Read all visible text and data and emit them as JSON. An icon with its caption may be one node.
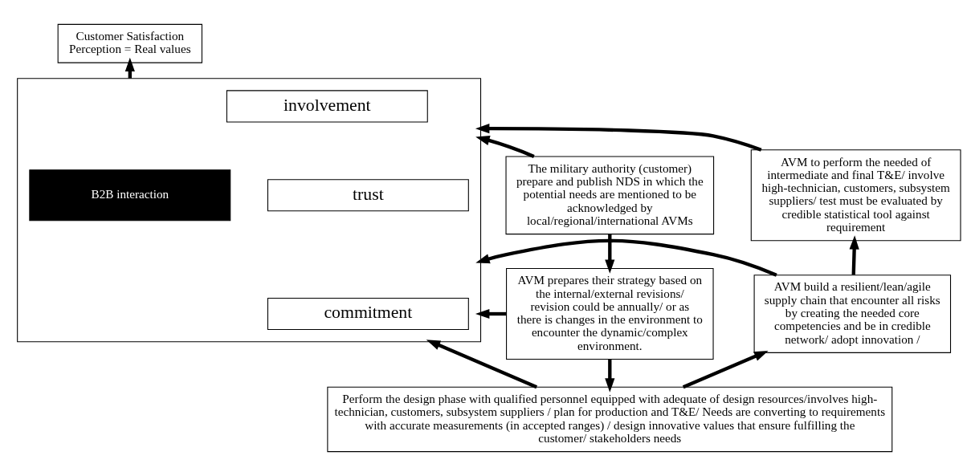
{
  "diagram": {
    "nodes": [
      {
        "text": [
          "Customer Satisfaction Perception = Real values"
        ]
      },
      {
        "text": [
          "The military authority (customer) prepare and publish NDS in which the potential needs are mentioned to be acknowledged by local/regional/international AVMs"
        ]
      },
      {
        "text": [
          "AVM to perform the needed of intermediate and final T&E/ involve high-technician, customers, subsystem suppliers/ test must be evaluated by credible statistical tool against requirement"
        ]
      },
      {
        "text": [],
        "shape": "box"
      },
      {
        "text": [
          "B2B interaction"
        ],
        "in": 3
      },
      {
        "text": [
          "involvement"
        ],
        "in": 3
      },
      {
        "text": [
          "trust"
        ],
        "in": 3
      },
      {
        "text": [
          "commitment"
        ],
        "in": 3
      },
      {
        "text": [
          "AVM prepares their strategy based on the internal/external revisions/ revision could be annually/ or as there is changes in the environment to encounter the dynamic/complex environment."
        ]
      },
      {
        "text": [
          "AVM build a resilient/lean/agile supply chain that encounter all risks by creating the needed core competencies and be in credible network/ adopt innovation /"
        ]
      },
      {
        "text": [
          "Perform the design phase with qualified personnel equipped with adequate of design resources/involves high-technician, customers, subsystem suppliers / plan for production and T&E/ Needs are converting to requirements with accurate measurements (in accepted ranges) / design innovative values that ensure fulfilling the customer/ stakeholders needs"
        ]
      }
    ],
    "edges": [
      {
        "from": 1,
        "to": 3,
        "arrow": "to"
      },
      {
        "from": 2,
        "to": 3,
        "arrow": "to"
      },
      {
        "from": 1,
        "to": 8,
        "arrow": "to"
      },
      {
        "from": 8,
        "to": 3,
        "arrow": "to"
      },
      {
        "from": 9,
        "to": 3,
        "arrow": "to"
      },
      {
        "from": 9,
        "to": 2,
        "arrow": "to"
      },
      {
        "from": 8,
        "to": 10,
        "arrow": "to"
      },
      {
        "from": 10,
        "to": 3,
        "arrow": "to"
      },
      {
        "from": 10,
        "to": 9,
        "arrow": "to"
      },
      {
        "from": 3,
        "to": 0,
        "arrow": "to"
      }
    ]
  }
}
